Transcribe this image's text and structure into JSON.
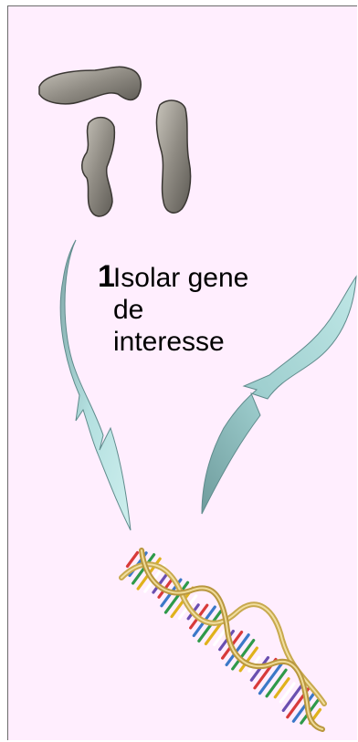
{
  "step": {
    "number": "1",
    "caption_lines": [
      "Isolar gene",
      "de",
      "interesse"
    ]
  },
  "colors": {
    "slide_background": "#ffeefe",
    "arrow_fill": "#a8d8d8",
    "arrow_shadow": "#6f9e9f",
    "chromosome": "#9a968e",
    "dna_backbone": "#d4b86a"
  },
  "illustrations": {
    "chromosomes": "chromosome-micrograph",
    "arrows": [
      "curved-arrow-left",
      "curved-arrow-right"
    ],
    "dna": "dna-double-helix"
  }
}
